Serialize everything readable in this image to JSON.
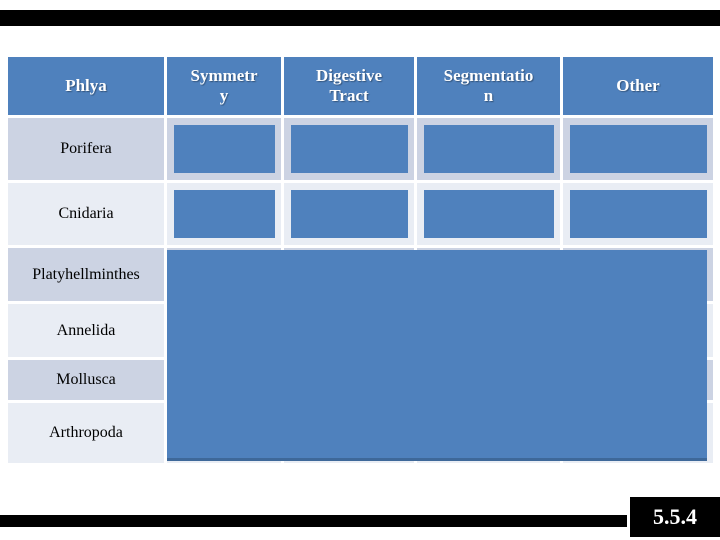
{
  "slide_number": "5.5.4",
  "colors": {
    "accent_blue": "#4f81bd",
    "band_dark": "#ccd3e3",
    "band_light": "#e9edf4",
    "bar_black": "#000000",
    "cover_edge": "#3e6899"
  },
  "table": {
    "columns": [
      "Phlya",
      "Symmetr\ny",
      "Digestive\nTract",
      "Segmentatio\nn",
      "Other"
    ],
    "rows": [
      {
        "label": "Porifera"
      },
      {
        "label": "Cnidaria"
      },
      {
        "label": "Platyhellminthes"
      },
      {
        "label": "Annelida"
      },
      {
        "label": "Mollusca"
      },
      {
        "label": "Arthropoda"
      }
    ]
  }
}
